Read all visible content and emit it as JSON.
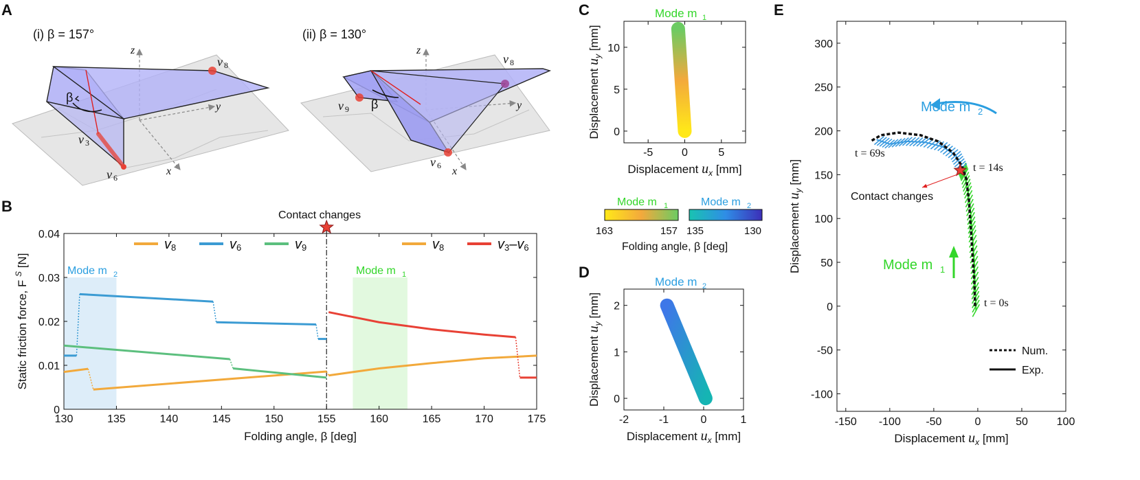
{
  "panels": {
    "A": {
      "letter": "A",
      "i_label": "(i)  β = 157°",
      "ii_label": "(ii)  β = 130°",
      "axis_z": "z",
      "axis_y": "y",
      "axis_x": "x",
      "beta": "β",
      "v8": "v",
      "v8_sub": "8",
      "v3": "v",
      "v3_sub": "3",
      "v6": "v",
      "v6_sub": "6",
      "v9": "v",
      "v9_sub": "9"
    },
    "B": {
      "letter": "B",
      "contact_label": "Contact changes",
      "mode_m2": "Mode m",
      "mode_m2_sub": "2",
      "mode_m1": "Mode m",
      "mode_m1_sub": "1",
      "legend": [
        {
          "label": "v",
          "sub": "8",
          "color": "#f2a93b"
        },
        {
          "label": "v",
          "sub": "6",
          "color": "#3b9bd3"
        },
        {
          "label": "v",
          "sub": "9",
          "color": "#5cbf7e"
        },
        {
          "label": "v",
          "sub": "8",
          "color": "#f2a93b"
        },
        {
          "label": "v",
          "sub": "3",
          "label2": "–v",
          "sub2": "6",
          "color": "#e84135"
        }
      ]
    },
    "C": {
      "letter": "C",
      "title": "Mode m",
      "title_sub": "1",
      "colorbar_m1": "Mode m",
      "colorbar_m1_sub": "1",
      "colorbar_m2": "Mode m",
      "colorbar_m2_sub": "2",
      "colorbar_label": "Folding angle, β [deg]",
      "colorbar_ticks": [
        "163",
        "157",
        "135",
        "130"
      ]
    },
    "D": {
      "letter": "D",
      "title": "Mode m",
      "title_sub": "2"
    },
    "E": {
      "letter": "E",
      "mode_m2": "Mode m",
      "mode_m2_sub": "2",
      "mode_m1": "Mode m",
      "mode_m1_sub": "1",
      "contact_label": "Contact changes",
      "t69": "t = 69s",
      "t14": "t = 14s",
      "t0": "t = 0s",
      "legend_num": "Num.",
      "legend_exp": "Exp."
    }
  },
  "colors": {
    "orange": "#f2a93b",
    "blue": "#3b9bd3",
    "green": "#5cbf7e",
    "red": "#e84135",
    "mode_blue": "#2a9ee0",
    "mode_green": "#33d62a",
    "panel_blue": "#b3d7f2",
    "panel_green": "#bff2b8",
    "origami": "#a9a9f5"
  },
  "chart_data": [
    {
      "id": "B",
      "type": "line",
      "xlabel": "Folding angle, β [deg]",
      "ylabel": "Static friction force, F",
      "ylabel_sup": "S",
      "ylabel_unit": " [N]",
      "xlim": [
        130,
        175
      ],
      "ylim": [
        0,
        0.04
      ],
      "xticks": [
        130,
        135,
        140,
        145,
        150,
        155,
        160,
        165,
        170,
        175
      ],
      "yticks": [
        0,
        0.01,
        0.02,
        0.03,
        0.04
      ],
      "ytick_labels": [
        "0",
        "0.01",
        "0.02",
        "0.03",
        "0.04"
      ],
      "shaded": [
        {
          "x0": 130,
          "x1": 135,
          "mode": "m2"
        },
        {
          "x0": 157.5,
          "x1": 162.7,
          "mode": "m1"
        }
      ],
      "contact_change_x": 155,
      "series": [
        {
          "name": "v8",
          "color": "#f2a93b",
          "segments": [
            [
              [
                130,
                0.0085
              ],
              [
                132.3,
                0.0092
              ]
            ],
            [
              [
                132.8,
                0.0045
              ],
              [
                155,
                0.0086
              ]
            ],
            [
              [
                155.2,
                0.0077
              ],
              [
                160,
                0.0093
              ],
              [
                165,
                0.0105
              ],
              [
                170,
                0.0116
              ],
              [
                175,
                0.0122
              ]
            ]
          ],
          "dotted": [
            [
              [
                132.3,
                0.0092
              ],
              [
                132.8,
                0.0045
              ]
            ],
            [
              [
                155,
                0.0086
              ],
              [
                155.2,
                0.0077
              ]
            ]
          ]
        },
        {
          "name": "v6",
          "color": "#3b9bd3",
          "segments": [
            [
              [
                130,
                0.0122
              ],
              [
                131.2,
                0.0122
              ]
            ],
            [
              [
                131.5,
                0.0262
              ],
              [
                144.2,
                0.0245
              ]
            ],
            [
              [
                144.5,
                0.0198
              ],
              [
                154,
                0.0193
              ]
            ],
            [
              [
                154.2,
                0.016
              ],
              [
                155,
                0.016
              ]
            ]
          ],
          "dotted": [
            [
              [
                131.2,
                0.0122
              ],
              [
                131.5,
                0.0262
              ]
            ],
            [
              [
                144.2,
                0.0245
              ],
              [
                144.5,
                0.0198
              ]
            ],
            [
              [
                154,
                0.0193
              ],
              [
                154.2,
                0.016
              ]
            ]
          ]
        },
        {
          "name": "v9",
          "color": "#5cbf7e",
          "segments": [
            [
              [
                130,
                0.0145
              ],
              [
                145.8,
                0.0114
              ]
            ],
            [
              [
                146.1,
                0.0093
              ],
              [
                155,
                0.0072
              ]
            ]
          ],
          "dotted": [
            [
              [
                145.8,
                0.0114
              ],
              [
                146.1,
                0.0093
              ]
            ]
          ]
        },
        {
          "name": "v3-v6",
          "color": "#e84135",
          "segments": [
            [
              [
                155.2,
                0.0221
              ],
              [
                160,
                0.0198
              ],
              [
                165,
                0.0182
              ],
              [
                170,
                0.017
              ],
              [
                173,
                0.0164
              ]
            ],
            [
              [
                173.4,
                0.0072
              ],
              [
                175,
                0.0072
              ]
            ]
          ],
          "dotted": [
            [
              [
                173,
                0.0164
              ],
              [
                173.4,
                0.0072
              ]
            ]
          ]
        }
      ]
    },
    {
      "id": "C",
      "type": "line",
      "xlabel": "Displacement u",
      "xlabel_sub": "x",
      "xlabel_unit": " [mm]",
      "ylabel": "Displacement u",
      "ylabel_sub": "y",
      "ylabel_unit": " [mm]",
      "xlim": [
        -8.3,
        8.3
      ],
      "ylim": [
        -1.4,
        13.1
      ],
      "xticks": [
        -5,
        0,
        5
      ],
      "xtick_labels": [
        "-5",
        "0",
        "5"
      ],
      "yticks": [
        0,
        5,
        10
      ],
      "yticks_labels": [
        "0",
        "5",
        "10"
      ],
      "trace": [
        [
          -0.9,
          12.2
        ],
        [
          0,
          0
        ]
      ],
      "color_start": "#ffe819",
      "color_mid": "#f3a93c",
      "color_end": "#6ccb63"
    },
    {
      "id": "D",
      "type": "line",
      "xlabel": "Displacement u",
      "xlabel_sub": "x",
      "xlabel_unit": " [mm]",
      "ylabel": "Displacement u",
      "ylabel_sub": "y",
      "ylabel_unit": " [mm]",
      "xlim": [
        -2,
        1
      ],
      "ylim": [
        -0.25,
        2.35
      ],
      "xticks": [
        -2,
        -1,
        0,
        1
      ],
      "xtick_labels": [
        "-2",
        "-1",
        "0",
        "1"
      ],
      "yticks": [
        0,
        1,
        2
      ],
      "ytick_labels": [
        "0",
        "1",
        "2"
      ],
      "trace": [
        [
          -0.92,
          2.0
        ],
        [
          0.05,
          0
        ]
      ],
      "color_start": "#3e77e8",
      "color_end": "#15b5b3"
    },
    {
      "id": "E",
      "type": "line",
      "xlabel": "Displacement u",
      "xlabel_sub": "x",
      "xlabel_unit": " [mm]",
      "ylabel": "Displacement u",
      "ylabel_sub": "y",
      "ylabel_unit": " [mm]",
      "xlim": [
        -160,
        100
      ],
      "ylim": [
        -120,
        325
      ],
      "xticks": [
        -150,
        -100,
        -50,
        0,
        50,
        100
      ],
      "xtick_labels": [
        "-150",
        "-100",
        "-50",
        "0",
        "50",
        "100"
      ],
      "yticks": [
        -100,
        -50,
        0,
        50,
        100,
        150,
        200,
        250,
        300
      ],
      "ytick_labels": [
        "-100",
        "-50",
        "0",
        "50",
        "100",
        "150",
        "200",
        "250",
        "300"
      ],
      "num_curve": [
        [
          -3,
          0
        ],
        [
          -4,
          30
        ],
        [
          -6,
          60
        ],
        [
          -8,
          90
        ],
        [
          -10,
          120
        ],
        [
          -13,
          145
        ],
        [
          -18,
          160
        ],
        [
          -28,
          175
        ],
        [
          -45,
          188
        ],
        [
          -65,
          195
        ],
        [
          -90,
          198
        ],
        [
          -110,
          195
        ],
        [
          -122,
          188
        ]
      ],
      "exp_m1": [
        [
          -2,
          -5
        ],
        [
          -3,
          20
        ],
        [
          -4,
          50
        ],
        [
          -6,
          80
        ],
        [
          -8,
          105
        ],
        [
          -11,
          130
        ],
        [
          -15,
          150
        ],
        [
          -18,
          158
        ]
      ],
      "exp_m2": [
        [
          -18,
          158
        ],
        [
          -25,
          172
        ],
        [
          -40,
          182
        ],
        [
          -60,
          187
        ],
        [
          -80,
          188
        ],
        [
          -100,
          185
        ],
        [
          -115,
          190
        ]
      ],
      "star": [
        -20,
        155
      ]
    }
  ]
}
